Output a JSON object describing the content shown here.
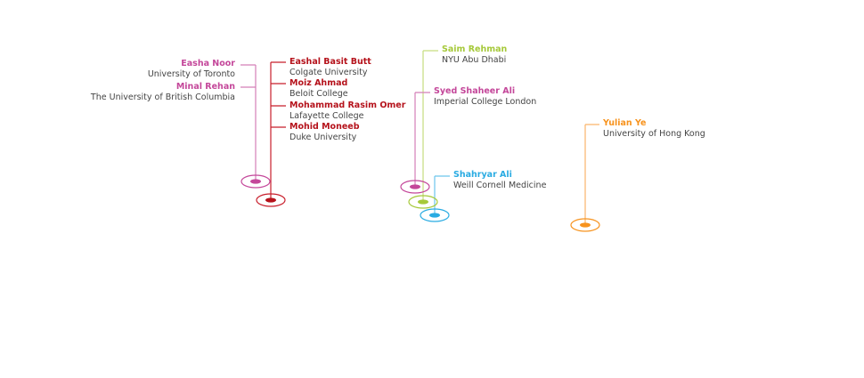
{
  "colors": {
    "pink": "#c4479a",
    "red": "#b5121b",
    "green": "#a6c93a",
    "blue": "#29abe2",
    "orange": "#f7931e"
  },
  "people": [
    {
      "name": "Easha Noor",
      "university": "University of Toronto"
    },
    {
      "name": "Minal Rehan",
      "university": "The University of British Columbia"
    },
    {
      "name": "Eashal Basit Butt",
      "university": "Colgate University"
    },
    {
      "name": "Moiz Ahmad",
      "university": "Beloit College"
    },
    {
      "name": "Mohammad Rasim Omer",
      "university": "Lafayette College"
    },
    {
      "name": "Mohid Moneeb",
      "university": "Duke University"
    },
    {
      "name": "Saim Rehman",
      "university": "NYU Abu Dhabi"
    },
    {
      "name": "Syed Shaheer Ali",
      "university": "Imperial College London"
    },
    {
      "name": "Shahryar Ali",
      "university": "Weill Cornell Medicine"
    },
    {
      "name": "Yulian Ye",
      "university": "University of Hong Kong"
    }
  ]
}
